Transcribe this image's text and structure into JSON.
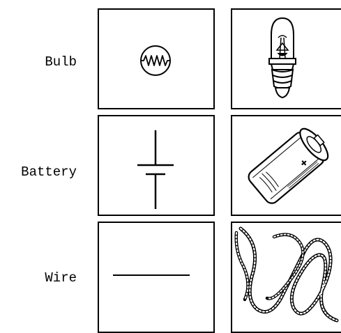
{
  "rows": [
    {
      "label": "Bulb",
      "symbol_icon": "lamp-symbol-icon",
      "picture_icon": "light-bulb-icon"
    },
    {
      "label": "Battery",
      "symbol_icon": "battery-symbol-icon",
      "picture_icon": "battery-cell-icon"
    },
    {
      "label": "Wire",
      "symbol_icon": "wire-symbol-icon",
      "picture_icon": "coiled-wire-icon"
    }
  ],
  "colors": {
    "line": "#000000",
    "background": "#ffffff"
  }
}
